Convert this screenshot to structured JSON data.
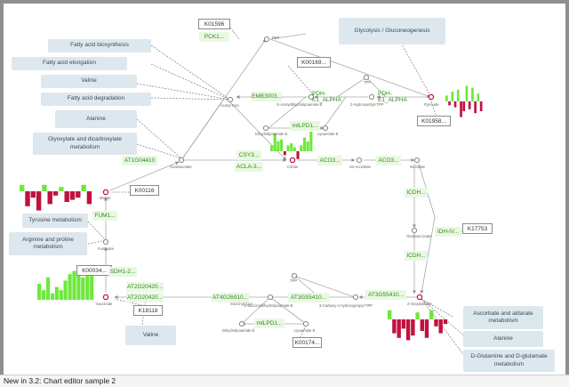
{
  "caption": "New in 3.2: Chart editor sample 2",
  "colors": {
    "up": "#6ee83c",
    "down": "#c0123e",
    "gene_text": "#2f8a1e",
    "gene_bg": "#eaf8e2",
    "pathway_bg": "#dde7ee"
  },
  "pathways": [
    {
      "id": "fa-biosynthesis",
      "label": "Fatty acid biosynthesis"
    },
    {
      "id": "fa-elongation",
      "label": "Fatty acid elongation"
    },
    {
      "id": "valine-top",
      "label": "Valine"
    },
    {
      "id": "fa-degradation",
      "label": "Fatty acid degradation"
    },
    {
      "id": "alanine-left",
      "label": "Alanine"
    },
    {
      "id": "glyoxylate",
      "label": "Glyoxylate and dicarboxylate metabolism"
    },
    {
      "id": "glycolysis",
      "label": "Glycolysis / Gluconeogenesis"
    },
    {
      "id": "tyrosine",
      "label": "Tyrosine metabolism"
    },
    {
      "id": "arginine",
      "label": "Arginine and proline metabolism"
    },
    {
      "id": "valine-bottom",
      "label": "Valine"
    },
    {
      "id": "ascorbate",
      "label": "Ascorbate and aldarate metabolism"
    },
    {
      "id": "alanine-right",
      "label": "Alanine"
    },
    {
      "id": "glutamine",
      "label": "D-Glutamine and D-glutamate metabolism"
    }
  ],
  "ko_labels": [
    {
      "id": "ko-k01596",
      "label": "K01596"
    },
    {
      "id": "ko-k00169",
      "label": "K00169..."
    },
    {
      "id": "ko-k01958",
      "label": "K01958..."
    },
    {
      "id": "ko-k00116",
      "label": "K00116"
    },
    {
      "id": "ko-k17753",
      "label": "K17753"
    },
    {
      "id": "ko-k00034",
      "label": "K00034..."
    },
    {
      "id": "ko-k18118",
      "label": "K18118"
    },
    {
      "id": "ko-k00174",
      "label": "K00174..."
    }
  ],
  "genes": [
    {
      "id": "gene-pck1",
      "label": "PCK1..."
    },
    {
      "id": "gene-emb3003",
      "label": "EMB3003..."
    },
    {
      "id": "gene-pdh-e1-alpha-a",
      "label": "PDH-E1_ALPHA"
    },
    {
      "id": "gene-pdh-e1-alpha-b",
      "label": "PDH-E1_ALPHA"
    },
    {
      "id": "gene-mtlpd1-top",
      "label": "mtLPD1..."
    },
    {
      "id": "gene-at1g04410",
      "label": "AT1G04410"
    },
    {
      "id": "gene-csy3",
      "label": "CSY3..."
    },
    {
      "id": "gene-acla3",
      "label": "ACLA-3..."
    },
    {
      "id": "gene-aco3-a",
      "label": "ACO3..."
    },
    {
      "id": "gene-aco3-b",
      "label": "ACO3..."
    },
    {
      "id": "gene-icdh-a",
      "label": "ICDH..."
    },
    {
      "id": "gene-idh-iv",
      "label": "IDH-IV..."
    },
    {
      "id": "gene-icdh-b",
      "label": "ICDH..."
    },
    {
      "id": "gene-fum1",
      "label": "FUM1..."
    },
    {
      "id": "gene-sdh1-2",
      "label": "SDH1-2..."
    },
    {
      "id": "gene-at2g20420-a",
      "label": "AT2G20420..."
    },
    {
      "id": "gene-at2g20420-b",
      "label": "AT2G20420..."
    },
    {
      "id": "gene-at4g26910",
      "label": "AT4G26910..."
    },
    {
      "id": "gene-at3g55410-a",
      "label": "AT3G55410..."
    },
    {
      "id": "gene-at3g55410-b",
      "label": "AT3G55410..."
    },
    {
      "id": "gene-mtlpd1-bottom",
      "label": "mtLPD1..."
    }
  ],
  "compounds": [
    {
      "id": "cpd-pep",
      "label": "PEP"
    },
    {
      "id": "cpd-acetyl-coa",
      "label": "Acetyl-CoA"
    },
    {
      "id": "cpd-s-acetyl",
      "label": "S-Acetyldihydrolipoamide-E"
    },
    {
      "id": "cpd-tpp",
      "label": "TPP"
    },
    {
      "id": "cpd-hydroxyethyl-tpp",
      "label": "2-Hydroxyethyl-TPP"
    },
    {
      "id": "cpd-pyruvate",
      "label": "Pyruvate"
    },
    {
      "id": "cpd-dihydrolipoamide-top",
      "label": "Dihydrolipoamide-E"
    },
    {
      "id": "cpd-lipoamide-top",
      "label": "Lipoamide-E"
    },
    {
      "id": "cpd-oxaloacetate",
      "label": "Oxaloacetate"
    },
    {
      "id": "cpd-citrate",
      "label": "Citrate"
    },
    {
      "id": "cpd-cis-aconitate",
      "label": "cis-Aconitate"
    },
    {
      "id": "cpd-isocitrate",
      "label": "Isocitrate"
    },
    {
      "id": "cpd-malate",
      "label": "Malate"
    },
    {
      "id": "cpd-oxalosuccinate",
      "label": "Oxalosuccinate"
    },
    {
      "id": "cpd-fumarate",
      "label": "Fumarate"
    },
    {
      "id": "cpd-succinate",
      "label": "Succinate"
    },
    {
      "id": "cpd-succinyl-coa",
      "label": "Succinyl-CoA"
    },
    {
      "id": "cpd-s-succinyl",
      "label": "S-Succinyldihydrolipoamide-E"
    },
    {
      "id": "cpd-tpp-bottom",
      "label": "TPP"
    },
    {
      "id": "cpd-carboxy-tpp",
      "label": "3-Carboxy-1-hydroxypropyl-TPP"
    },
    {
      "id": "cpd-oxoglutarate",
      "label": "2-Oxoglutarate"
    },
    {
      "id": "cpd-dihydrolipoamide-bottom",
      "label": "Dihydrolipoamide-E"
    },
    {
      "id": "cpd-lipoamide-bottom",
      "label": "Lipoamide-E"
    }
  ],
  "bar_charts": [
    {
      "id": "chart-pyruvate",
      "values": [
        0.3,
        -0.2,
        0.5,
        -0.3,
        0.6,
        -0.8,
        -0.5,
        0.8,
        -0.4,
        0.7,
        -0.6,
        0.4,
        -0.5
      ]
    },
    {
      "id": "chart-citrate",
      "values": [
        0.3,
        0.9,
        0.5,
        0.6,
        -0.2,
        0.3,
        0.4,
        0.2,
        -0.4,
        0.3,
        0.7,
        0.5,
        1.0
      ]
    },
    {
      "id": "chart-malate",
      "values": [
        0.3,
        -0.7,
        -0.3,
        -0.9,
        0.3,
        -0.6,
        -0.2,
        0.2,
        -0.5,
        -0.4,
        -0.3,
        0.3,
        -0.6
      ]
    },
    {
      "id": "chart-succinate",
      "values": [
        0.5,
        0.3,
        0.7,
        0.2,
        0.4,
        0.3,
        0.6,
        0.8,
        0.9,
        1.0,
        0.7,
        0.8,
        0.9
      ]
    },
    {
      "id": "chart-oxoglutarate",
      "values": [
        0.4,
        -0.6,
        -0.8,
        -0.4,
        -0.9,
        -0.7,
        0.3,
        -0.5,
        -0.8,
        0.4,
        -0.3,
        -0.6,
        -0.2
      ]
    }
  ]
}
